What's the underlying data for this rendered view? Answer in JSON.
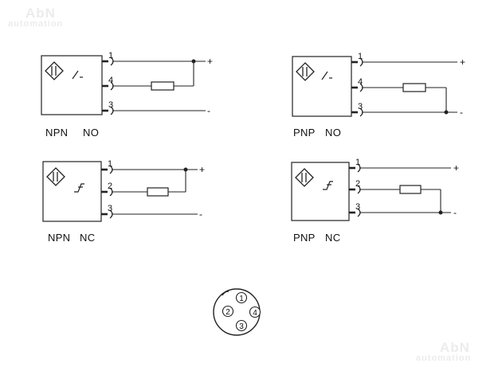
{
  "watermark": {
    "top_brand": "AbN",
    "top_sub": "automation",
    "bottom_brand": "AbN",
    "bottom_sub": "automation"
  },
  "diagrams": [
    {
      "type": "NPN",
      "mode": "NO",
      "pins": [
        "1",
        "4",
        "3"
      ],
      "signs": [
        "+",
        "-"
      ]
    },
    {
      "type": "PNP",
      "mode": "NO",
      "pins": [
        "1",
        "4",
        "3"
      ],
      "signs": [
        "+",
        "-"
      ]
    },
    {
      "type": "NPN",
      "mode": "NC",
      "pins": [
        "1",
        "2",
        "3"
      ],
      "signs": [
        "+",
        "-"
      ]
    },
    {
      "type": "PNP",
      "mode": "NC",
      "pins": [
        "1",
        "2",
        "3"
      ],
      "signs": [
        "+",
        "-"
      ]
    }
  ],
  "connector": {
    "pins": [
      "1",
      "2",
      "4",
      "3"
    ]
  }
}
